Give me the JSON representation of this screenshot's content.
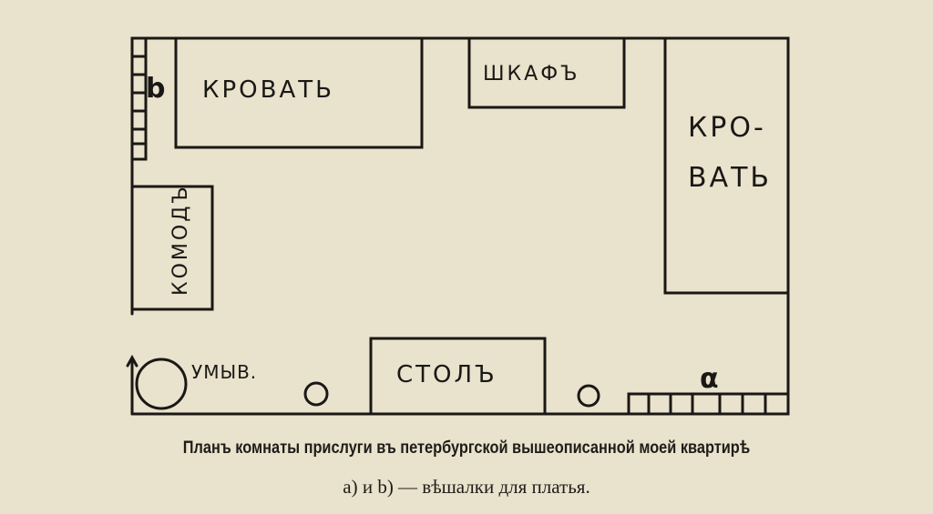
{
  "diagram": {
    "labels": {
      "bed_left": "КРОВАТЬ",
      "wardrobe": "ШКАФЪ",
      "bed_right_1": "КРО-",
      "bed_right_2": "ВАТЬ",
      "dresser": "КОМОДЪ",
      "washstand": "УМЫВ.",
      "table": "СТОЛЪ",
      "hanger_b": "b",
      "hanger_a": "α"
    }
  },
  "caption": {
    "title": "Планъ комнаты прислуги въ петербургской вышеописанной моей квартирѣ",
    "note": "a) и b) — вѣшалки для платья."
  }
}
